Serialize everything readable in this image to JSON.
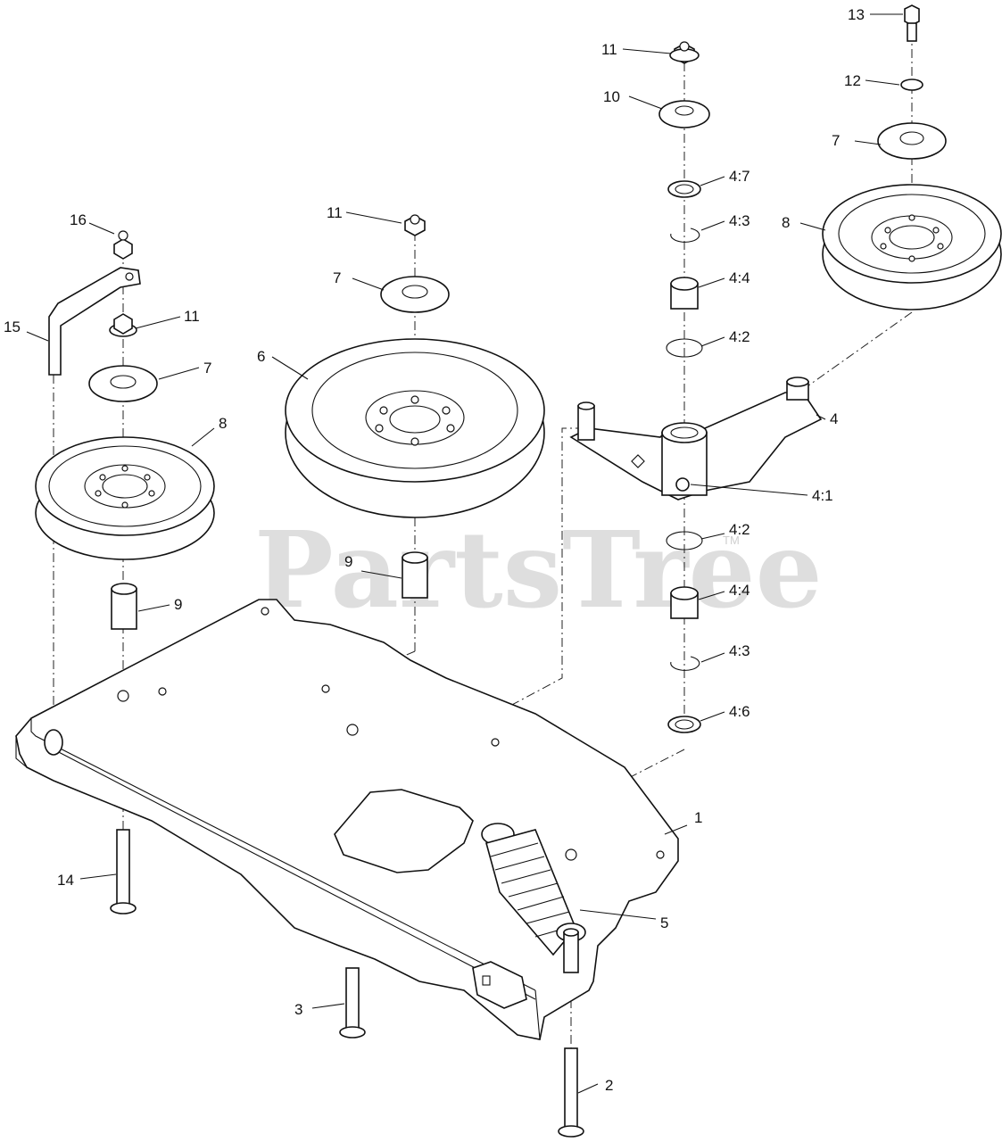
{
  "watermark": {
    "text": "PartsTree",
    "trademark": "TM"
  },
  "callouts": {
    "c1": "1",
    "c2": "2",
    "c3": "3",
    "c4": "4",
    "c5": "5",
    "c6": "6",
    "c7a": "7",
    "c7b": "7",
    "c7c": "7",
    "c8a": "8",
    "c8b": "8",
    "c9a": "9",
    "c9b": "9",
    "c10": "10",
    "c11a": "11",
    "c11b": "11",
    "c11c": "11",
    "c12": "12",
    "c13": "13",
    "c14": "14",
    "c15": "15",
    "c16": "16",
    "c41": "4:1",
    "c42a": "4:2",
    "c42b": "4:2",
    "c43a": "4:3",
    "c43b": "4:3",
    "c44a": "4:4",
    "c44b": "4:4",
    "c46": "4:6",
    "c47": "4:7"
  }
}
